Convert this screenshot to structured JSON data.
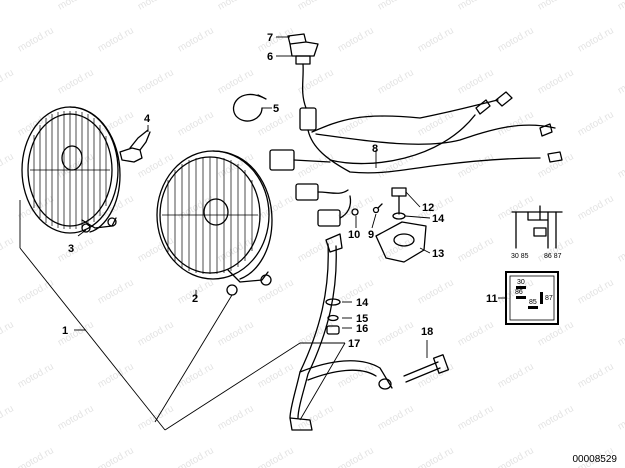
{
  "callouts": {
    "c1": "1",
    "c2": "2",
    "c3": "3",
    "c4": "4",
    "c5": "5",
    "c6": "6",
    "c7": "7",
    "c8": "8",
    "c9": "9",
    "c10": "10",
    "c11": "11",
    "c12": "12",
    "c13": "13",
    "c14a": "14",
    "c14b": "14",
    "c15": "15",
    "c16": "16",
    "c17": "17",
    "c18": "18"
  },
  "relay_diagram": {
    "t30_85": "30 85",
    "t86_87": "86 87"
  },
  "relay_box": {
    "t30": "30",
    "t86": "86",
    "t87": "87",
    "t85": "85"
  },
  "reference_number": "00008529",
  "watermark_text": "motod.ru"
}
